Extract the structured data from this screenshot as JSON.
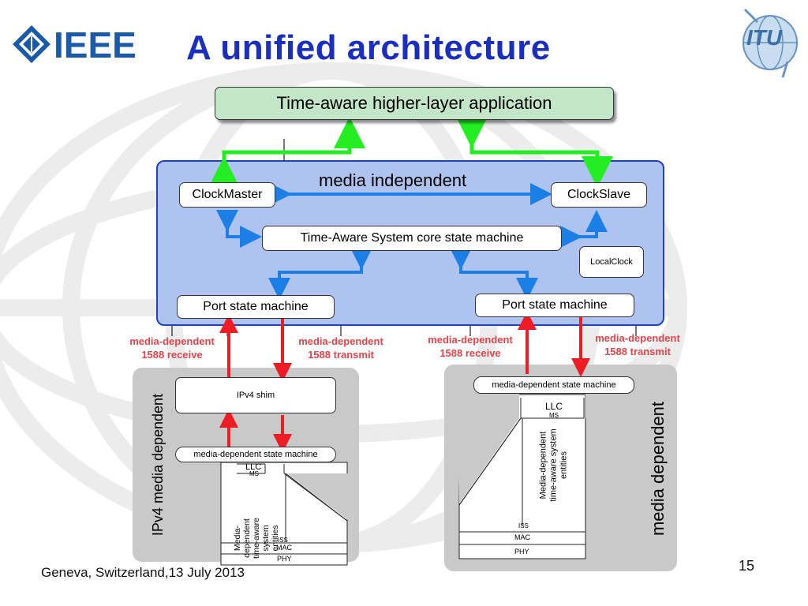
{
  "logo_left": {
    "text": "IEEE"
  },
  "logo_right": {
    "text": "ITU"
  },
  "title": "A unified architecture",
  "app_box": "Time-aware higher-layer application",
  "media_independent": {
    "label": "media independent",
    "clock_master": "ClockMaster",
    "clock_slave": "ClockSlave",
    "core_state_machine": "Time-Aware System core state machine",
    "local_clock": "LocalClock",
    "port_left": "Port state machine",
    "port_right": "Port state machine"
  },
  "labels": {
    "left_receive": "media-dependent\n1588 receive",
    "left_transmit": "media-dependent\n1588 transmit",
    "right_receive": "media-dependent\n1588 receive",
    "right_transmit": "media-dependent\n1588 transmit"
  },
  "left_panel": {
    "side_label": "IPv4 media dependent",
    "shim": "IPv4 shim",
    "state_machine": "media-dependent state machine",
    "llc": "LLC",
    "ms": "MS",
    "entities": "Media-\ndependent\ntime-aware\nsystem\nentities",
    "iss": "ISS",
    "mac": "MAC",
    "phy": "PHY"
  },
  "right_panel": {
    "side_label": "media dependent",
    "state_machine": "media-dependent state machine",
    "llc": "LLC",
    "ms": "MS",
    "entities": "Media-dependent\ntime-aware system\nentities",
    "iss": "ISS",
    "mac": "MAC",
    "phy": "PHY"
  },
  "footer": "Geneva, Switzerland,13 July 2013",
  "page_number": "15",
  "colors": {
    "title": "#1a2fbf",
    "media_independent_bg": "#aec3ef",
    "media_independent_border": "#1f3fd6",
    "app_box_bg": "#c3e6c9",
    "green_arrow": "#22ee22",
    "blue_arrow": "#1b7fe6",
    "red_arrow": "#ee1c25",
    "red_label": "#e0454b",
    "gray_panel": "#c9c9c9"
  }
}
